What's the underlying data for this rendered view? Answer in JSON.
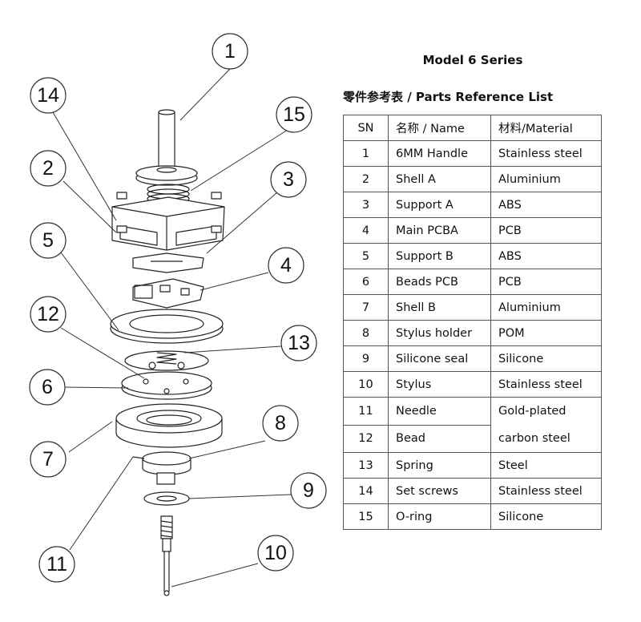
{
  "title": "Model 6 Series",
  "list_title": "零件参考表  / Parts Reference List",
  "table": {
    "headers": [
      "SN",
      "名称 / Name",
      "材料/Material"
    ],
    "rows": [
      {
        "sn": "1",
        "name": "6MM Handle",
        "material": "Stainless steel"
      },
      {
        "sn": "2",
        "name": "Shell A",
        "material": "Aluminium"
      },
      {
        "sn": "3",
        "name": "Support A",
        "material": "ABS"
      },
      {
        "sn": "4",
        "name": "Main PCBA",
        "material": "PCB"
      },
      {
        "sn": "5",
        "name": "Support B",
        "material": "ABS"
      },
      {
        "sn": "6",
        "name": "Beads PCB",
        "material": "PCB"
      },
      {
        "sn": "7",
        "name": "Shell B",
        "material": "Aluminium"
      },
      {
        "sn": "8",
        "name": "Stylus holder",
        "material": "POM"
      },
      {
        "sn": "9",
        "name": "Silicone seal",
        "material": "Silicone"
      },
      {
        "sn": "10",
        "name": "Stylus",
        "material": "Stainless steel"
      },
      {
        "sn": "11",
        "name": "Needle",
        "material": "Gold-plated"
      },
      {
        "sn": "12",
        "name": "Bead",
        "material": "carbon steel"
      },
      {
        "sn": "13",
        "name": "Spring",
        "material": "Steel"
      },
      {
        "sn": "14",
        "name": "Set screws",
        "material": "Stainless steel"
      },
      {
        "sn": "15",
        "name": "O-ring",
        "material": "Silicone"
      }
    ]
  },
  "callouts": [
    "1",
    "2",
    "3",
    "4",
    "5",
    "6",
    "7",
    "8",
    "9",
    "10",
    "11",
    "12",
    "13",
    "14",
    "15"
  ]
}
